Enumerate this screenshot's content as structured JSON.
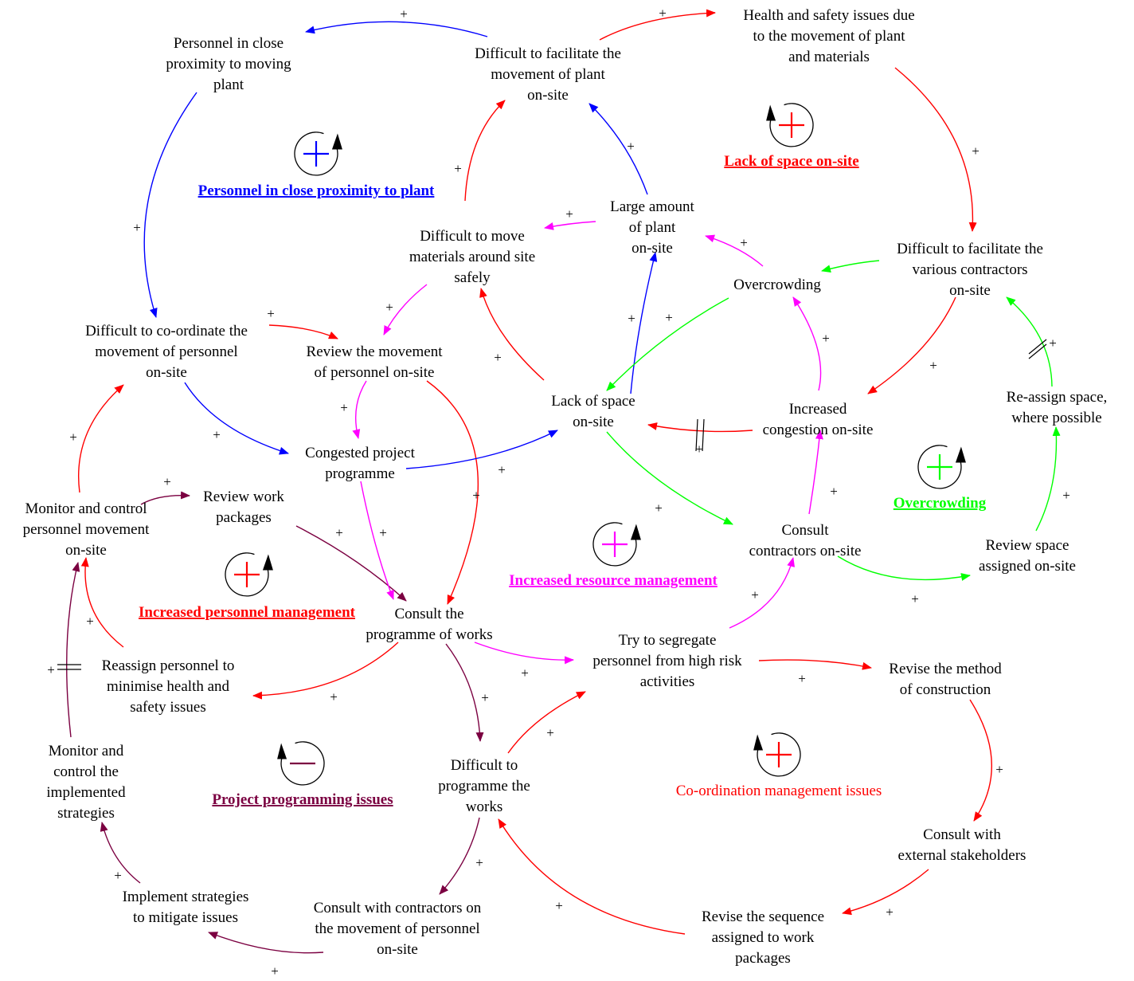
{
  "colors": {
    "red": "#ff0000",
    "blue": "#0000ff",
    "magenta": "#ff00ff",
    "green": "#00ff00",
    "maroon": "#7b0041",
    "black": "#000000"
  },
  "nodes": {
    "personnel_proximity": [
      "Personnel in close",
      "proximity to moving",
      "plant"
    ],
    "difficult_plant": [
      "Difficult to facilitate the",
      "movement of plant",
      "on-site"
    ],
    "health_safety": [
      "Health and safety issues due",
      "to the movement of plant",
      "and materials"
    ],
    "large_plant": [
      "Large amount",
      "of plant",
      "on-site"
    ],
    "difficult_materials": [
      "Difficult to move",
      "materials around site",
      "safely"
    ],
    "difficult_contractors": [
      "Difficult to facilitate the",
      "various contractors",
      "on-site"
    ],
    "overcrowding": [
      "Overcrowding"
    ],
    "difficult_coordinate": [
      "Difficult to co-ordinate the",
      "movement of personnel",
      "on-site"
    ],
    "review_movement": [
      "Review the movement",
      "of personnel on-site"
    ],
    "lack_space": [
      "Lack of space",
      "on-site"
    ],
    "increased_congestion": [
      "Increased",
      "congestion on-site"
    ],
    "reassign_space": [
      "Re-assign space,",
      "where possible"
    ],
    "congested_programme": [
      "Congested project",
      "programme"
    ],
    "monitor_personnel": [
      "Monitor and control",
      "personnel movement",
      "on-site"
    ],
    "review_work_packages": [
      "Review work",
      "packages"
    ],
    "consult_contractors": [
      "Consult",
      "contractors on-site"
    ],
    "review_space": [
      "Review space",
      "assigned on-site"
    ],
    "consult_programme": [
      "Consult the",
      "programme of works"
    ],
    "segregate": [
      "Try to segregate",
      "personnel from high risk",
      "activities"
    ],
    "revise_method": [
      "Revise the method",
      "of construction"
    ],
    "reassign_personnel": [
      "Reassign personnel to",
      "minimise health and",
      "safety issues"
    ],
    "monitor_strategies": [
      "Monitor and",
      "control the",
      "implemented",
      "strategies"
    ],
    "difficult_programme": [
      "Difficult to",
      "programme the",
      "works"
    ],
    "consult_external": [
      "Consult with",
      "external stakeholders"
    ],
    "implement_strategies": [
      "Implement strategies",
      "to mitigate issues"
    ],
    "consult_contractors_movement": [
      "Consult with contractors on",
      "the movement of personnel",
      "on-site"
    ],
    "revise_sequence": [
      "Revise the sequence",
      "assigned to work",
      "packages"
    ]
  },
  "loops": {
    "personnel_proximity": {
      "title": "Personnel in close proximity to plant",
      "polarity": "+",
      "color": "#0000ff"
    },
    "lack_space": {
      "title": "Lack of space on-site",
      "polarity": "+",
      "color": "#ff0000"
    },
    "overcrowding": {
      "title": "Overcrowding",
      "polarity": "+",
      "color": "#00ff00"
    },
    "resource_management": {
      "title": "Increased resource management",
      "polarity": "+",
      "color": "#ff00ff"
    },
    "personnel_management": {
      "title": "Increased personnel management",
      "polarity": "+",
      "color": "#ff0000"
    },
    "project_programming": {
      "title": "Project programming issues",
      "polarity": "−",
      "color": "#7b0041"
    },
    "coordination": {
      "title": "Co-ordination management issues",
      "polarity": "+",
      "color": "#ff0000"
    }
  },
  "link_sign": "+"
}
